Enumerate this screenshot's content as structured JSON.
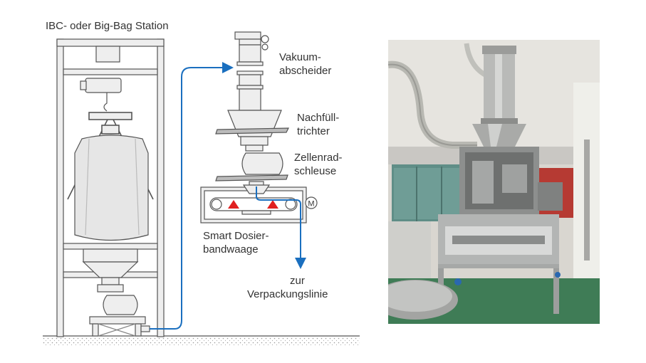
{
  "labels": {
    "station": "IBC- oder Big-Bag Station",
    "separator_1": "Vakuum-",
    "separator_2": "abscheider",
    "hopper_1": "Nachfüll-",
    "hopper_2": "trichter",
    "airlock_1": "Zellenrad-",
    "airlock_2": "schleuse",
    "scale_1": "Smart Dosier-",
    "scale_2": "bandwaage",
    "output_1": "zur",
    "output_2": "Verpackungslinie",
    "motor": "M"
  },
  "colors": {
    "line": "#555555",
    "fill": "#eeeeee",
    "fill_dark": "#d8d8d8",
    "flow_arrow": "#1a6fbf",
    "triangle": "#e02020",
    "text": "#333333"
  },
  "photo": {
    "description_icon": "industrial-dosing-station-photo"
  }
}
